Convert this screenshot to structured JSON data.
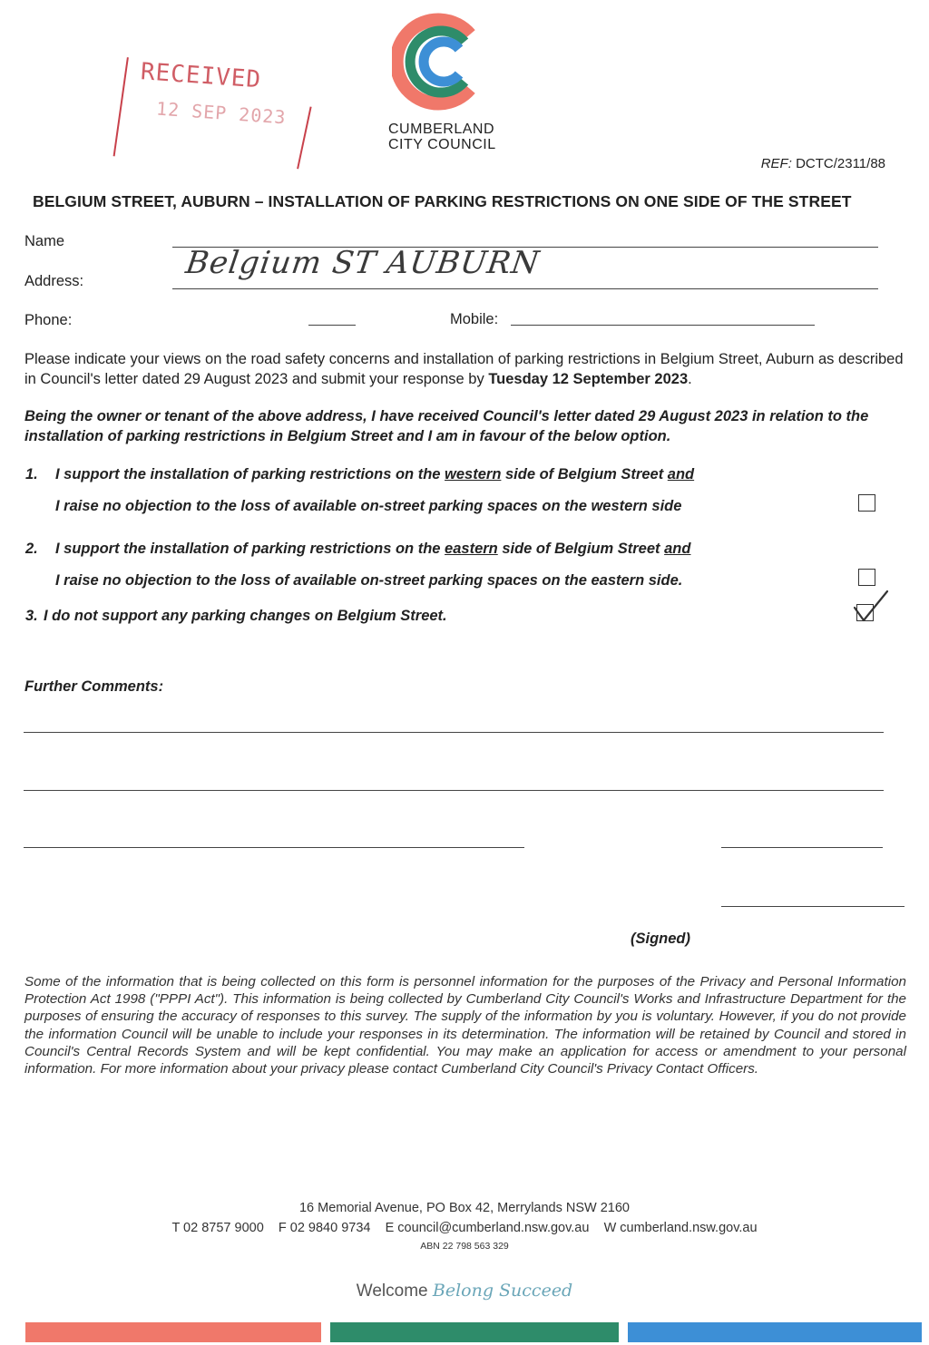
{
  "stamp": {
    "word": "RECEIVED",
    "date": "12 SEP 2023"
  },
  "logo": {
    "line1": "CUMBERLAND",
    "line2": "CITY COUNCIL",
    "colors": {
      "orange": "#f0786a",
      "green": "#2e8c6a",
      "blue": "#3d8fd6"
    }
  },
  "ref": {
    "label": "REF:",
    "value": "DCTC/2311/88"
  },
  "heading": "BELGIUM STREET, AUBURN – INSTALLATION OF PARKING RESTRICTIONS ON ONE SIDE OF THE STREET",
  "fields": {
    "name_label": "Name",
    "address_label": "Address:",
    "address_value": "Belgium ST AUBURN",
    "phone_label": "Phone:",
    "mobile_label": "Mobile:"
  },
  "instructions": {
    "text": "Please indicate your views on the road safety concerns and installation of parking restrictions in Belgium Street, Auburn as described in Council's letter dated 29 August 2023 and submit your response by ",
    "deadline": "Tuesday 12 September 2023",
    "end": "."
  },
  "declaration": "Being the owner or tenant of the above address, I have received Council's letter dated 29 August 2023 in relation to the installation of parking restrictions in Belgium Street and I am in favour of the below option.",
  "options": [
    {
      "number": "1.",
      "line1_pre": "I support the installation of parking restrictions on the ",
      "line1_u": "western",
      "line1_post": " side of Belgium Street ",
      "line1_and": "and",
      "line2": "I raise no objection to the loss of available on-street parking spaces on the western side",
      "checked": false
    },
    {
      "number": "2.",
      "line1_pre": "I support the installation of parking restrictions on the ",
      "line1_u": "eastern",
      "line1_post": " side of Belgium Street ",
      "line1_and": "and",
      "line2": "I raise no objection to the loss of available on-street parking spaces on the eastern side.",
      "checked": false
    },
    {
      "number": "3.",
      "text": "I do not support any parking changes on Belgium Street.",
      "checked": true
    }
  ],
  "comments_label": "Further Comments:",
  "signed_label": "(Signed)",
  "privacy": "Some of the information that is being collected on this form is personnel information for the purposes of the Privacy and Personal Information Protection Act 1998 (\"PPPI Act\"). This information is being collected by Cumberland City Council's Works and Infrastructure Department for the purposes of ensuring the accuracy of responses to this survey. The supply of the information by you is voluntary. However, if you do not provide the information Council will be unable to include your responses in its determination. The information will be retained by Council and stored in Council's Central Records System and will be kept confidential. You may make an application for access or amendment to your personal information. For more information about your privacy please contact Cumberland City Council's Privacy Contact Officers.",
  "footer": {
    "address": "16 Memorial Avenue, PO Box 42, Merrylands NSW 2160",
    "phone": "T 02 8757 9000",
    "fax": "F 02 9840 9734",
    "email": "E council@cumberland.nsw.gov.au",
    "web": "W cumberland.nsw.gov.au",
    "abn": "ABN 22 798 563 329",
    "welcome": "Welcome",
    "tagline": "Belong Succeed"
  }
}
